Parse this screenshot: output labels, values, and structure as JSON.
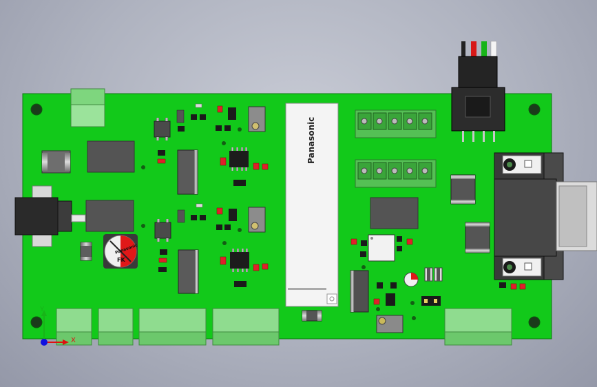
{
  "board": {
    "pcb_color": "#12c91a",
    "background_color": "#aeb2bf",
    "module_brand": "Panasonic",
    "capacitor_mark": "Panasonic",
    "capacitor_sub_mark": "FK"
  },
  "triad": {
    "x_label": "X",
    "y_label": "Y",
    "x_color": "#e01010",
    "y_color": "#18b418",
    "z_color": "#1010e0"
  },
  "wire_colors": [
    "#222222",
    "#d81818",
    "#18b418",
    "#f4f4f4"
  ]
}
